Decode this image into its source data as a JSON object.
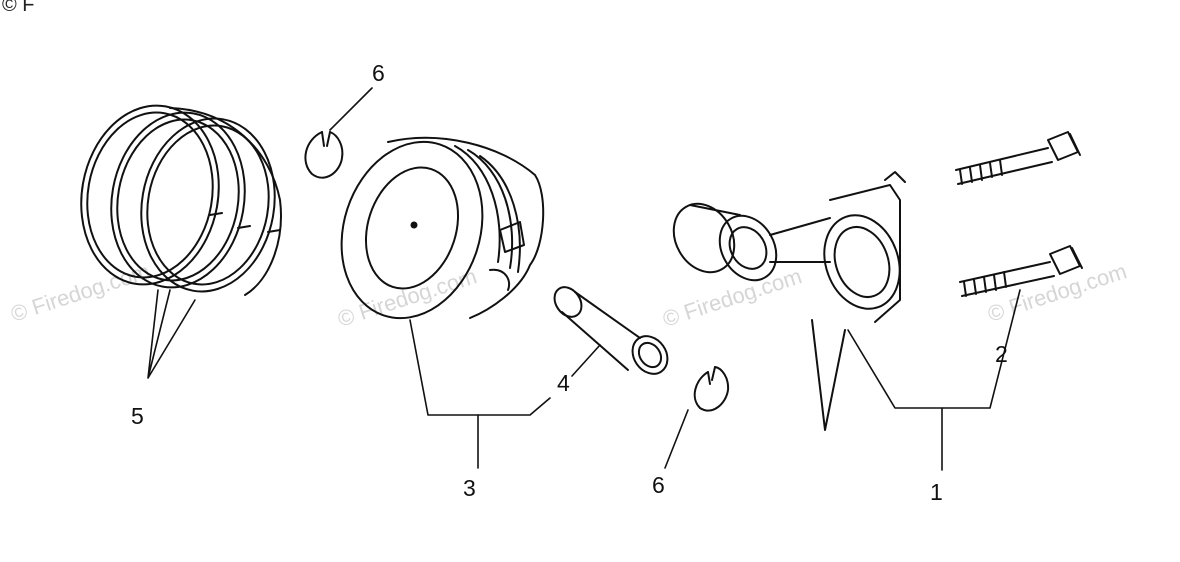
{
  "corner_text": "© F",
  "watermark": "© Firedog.com",
  "callouts": {
    "c1": "1",
    "c2": "2",
    "c3": "3",
    "c4": "4",
    "c5": "5",
    "c6_top": "6",
    "c6_bottom": "6"
  }
}
